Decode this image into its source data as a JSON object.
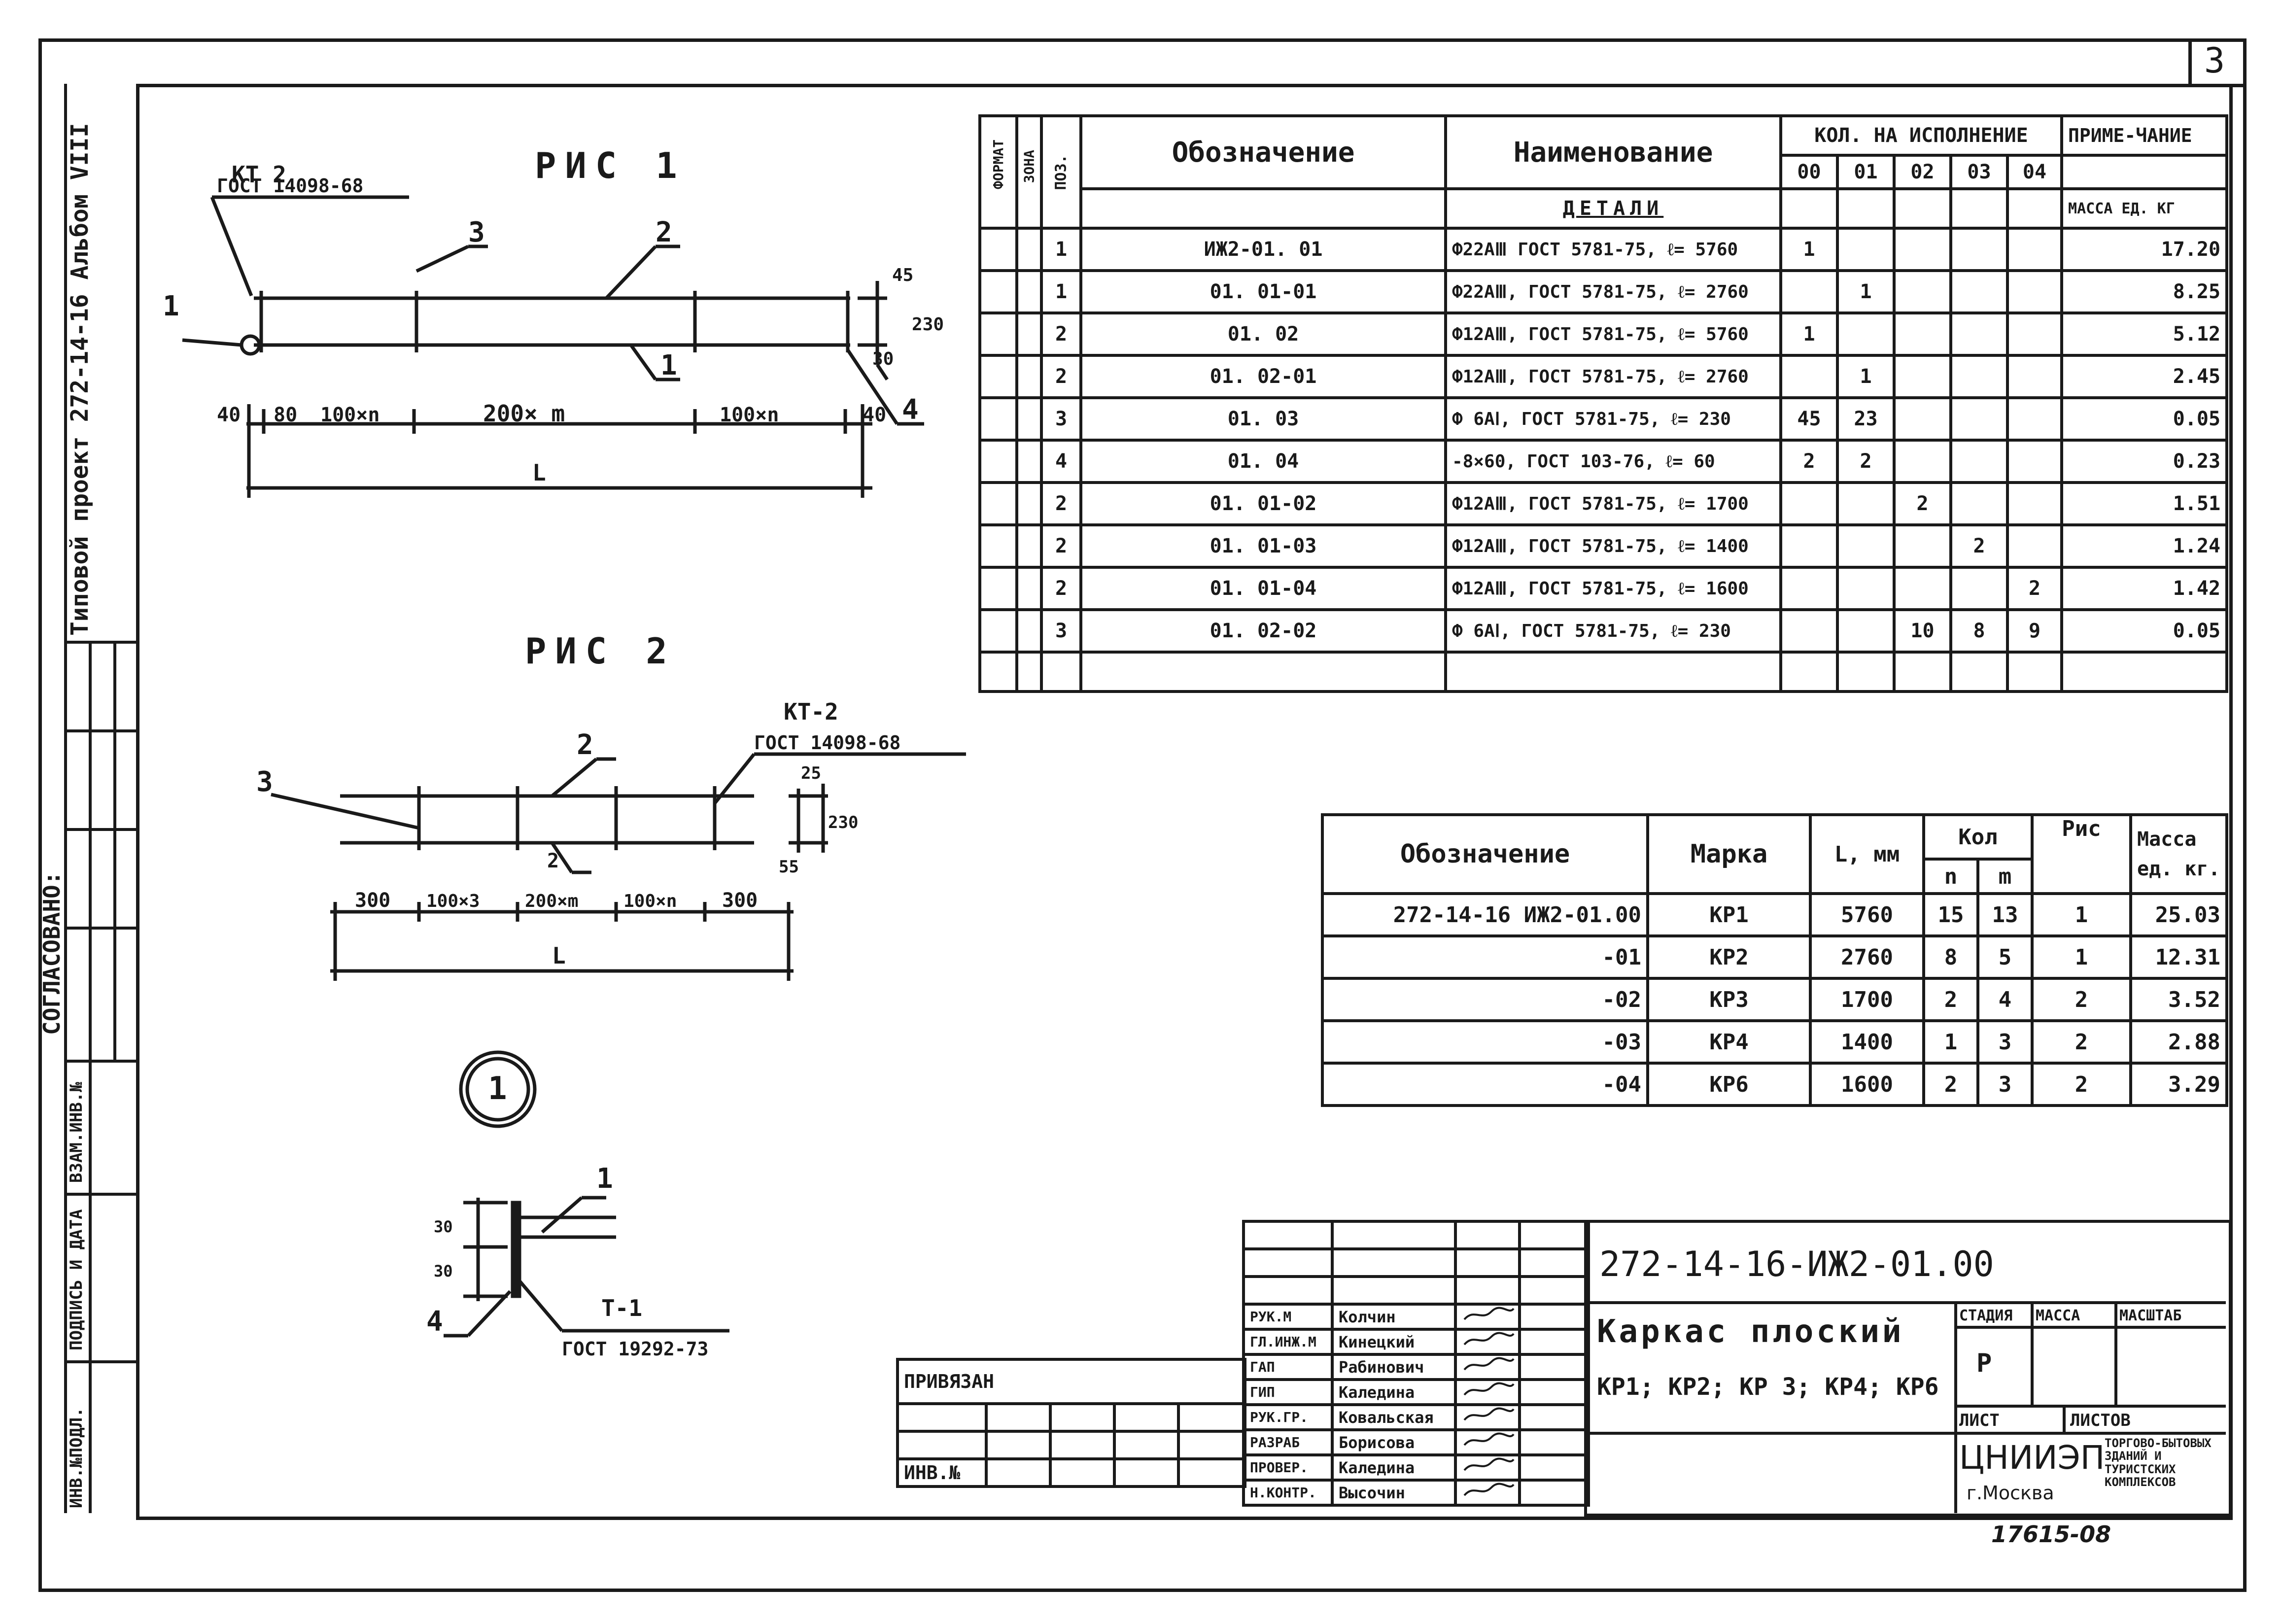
{
  "sheet": {
    "page_number": "3",
    "album_title": "Типовой проект 272-14-16 Альбом VIII",
    "approval_label": "СОГЛАСОВАНО:",
    "stamp_labels": [
      "ИНВ.№ПОДЛ.",
      "ПОДПИСЬ И ДАТА",
      "ВЗАМ.ИНВ.№"
    ]
  },
  "fig1": {
    "title": "РИС 1",
    "kt_label": "КТ 2",
    "kt_gost": "ГОСТ 14098-68",
    "callouts": [
      "1",
      "2",
      "3",
      "1",
      "4"
    ],
    "dims_right": [
      "45",
      "230",
      "30"
    ],
    "dims_bottom": [
      "40",
      "80",
      "100×n",
      "200× m",
      "100×n",
      "40"
    ],
    "length": "L"
  },
  "fig2": {
    "title": "РИС 2",
    "kt_label": "КТ-2",
    "kt_gost": "ГОСТ 14098-68",
    "callouts": [
      "3",
      "2",
      "2"
    ],
    "dims_right": [
      "25",
      "230",
      "55"
    ],
    "dims_bottom": [
      "300",
      "100×3",
      "200×m",
      "100×n",
      "300"
    ],
    "length": "L"
  },
  "detail": {
    "number": "1",
    "callouts": [
      "1",
      "4"
    ],
    "dims": [
      "30",
      "30"
    ],
    "weld_label": "Т-1",
    "weld_gost": "ГОСТ 19292-73"
  },
  "spec_table": {
    "headers": {
      "format": "ФОРМАТ",
      "zone": "ЗОНА",
      "pos": "ПОЗ.",
      "designation": "Обозначение",
      "name": "Наименование",
      "qty_group": "КОЛ. НА ИСПОЛНЕНИЕ",
      "qty_cols": [
        "00",
        "01",
        "02",
        "03",
        "04"
      ],
      "note": "ПРИМЕ-ЧАНИЕ",
      "mass_unit": "МАССА ЕД. КГ"
    },
    "section": "ДЕТАЛИ",
    "rows": [
      {
        "pos": "1",
        "designation": "ИЖ2-01. 01",
        "name": "Ф22АⅢ ГОСТ 5781-75, ℓ= 5760",
        "q00": "1",
        "q01": "",
        "q02": "",
        "q03": "",
        "q04": "",
        "note": "17.20"
      },
      {
        "pos": "1",
        "designation": "01. 01-01",
        "name": "Ф22АⅢ, ГОСТ 5781-75, ℓ= 2760",
        "q00": "",
        "q01": "1",
        "q02": "",
        "q03": "",
        "q04": "",
        "note": "8.25"
      },
      {
        "pos": "2",
        "designation": "01. 02",
        "name": "Ф12АⅢ, ГОСТ 5781-75, ℓ= 5760",
        "q00": "1",
        "q01": "",
        "q02": "",
        "q03": "",
        "q04": "",
        "note": "5.12"
      },
      {
        "pos": "2",
        "designation": "01. 02-01",
        "name": "Ф12АⅢ, ГОСТ 5781-75, ℓ= 2760",
        "q00": "",
        "q01": "1",
        "q02": "",
        "q03": "",
        "q04": "",
        "note": "2.45"
      },
      {
        "pos": "3",
        "designation": "01. 03",
        "name": "Ф 6АⅠ, ГОСТ 5781-75, ℓ= 230",
        "q00": "45",
        "q01": "23",
        "q02": "",
        "q03": "",
        "q04": "",
        "note": "0.05"
      },
      {
        "pos": "4",
        "designation": "01. 04",
        "name": "-8×60, ГОСТ 103-76, ℓ= 60",
        "q00": "2",
        "q01": "2",
        "q02": "",
        "q03": "",
        "q04": "",
        "note": "0.23"
      },
      {
        "pos": "2",
        "designation": "01. 01-02",
        "name": "Ф12АⅢ, ГОСТ 5781-75, ℓ= 1700",
        "q00": "",
        "q01": "",
        "q02": "2",
        "q03": "",
        "q04": "",
        "note": "1.51"
      },
      {
        "pos": "2",
        "designation": "01. 01-03",
        "name": "Ф12АⅢ, ГОСТ 5781-75, ℓ= 1400",
        "q00": "",
        "q01": "",
        "q02": "",
        "q03": "2",
        "q04": "",
        "note": "1.24"
      },
      {
        "pos": "2",
        "designation": "01. 01-04",
        "name": "Ф12АⅢ, ГОСТ 5781-75, ℓ= 1600",
        "q00": "",
        "q01": "",
        "q02": "",
        "q03": "",
        "q04": "2",
        "note": "1.42"
      },
      {
        "pos": "3",
        "designation": "01. 02-02",
        "name": "Ф 6АⅠ, ГОСТ 5781-75, ℓ= 230",
        "q00": "",
        "q01": "",
        "q02": "10",
        "q03": "8",
        "q04": "9",
        "note": "0.05"
      }
    ]
  },
  "mark_table": {
    "headers": {
      "designation": "Обозначение",
      "mark": "Марка",
      "length": "L, мм",
      "qty": "Кол",
      "n": "n",
      "m": "m",
      "fig": "Рис",
      "mass": "Масса ед. кг."
    },
    "rows": [
      {
        "designation": "272-14-16 ИЖ2-01.00",
        "mark": "КР1",
        "length": "5760",
        "n": "15",
        "m": "13",
        "fig": "1",
        "mass": "25.03"
      },
      {
        "designation": "-01",
        "mark": "КР2",
        "length": "2760",
        "n": "8",
        "m": "5",
        "fig": "1",
        "mass": "12.31"
      },
      {
        "designation": "-02",
        "mark": "КР3",
        "length": "1700",
        "n": "2",
        "m": "4",
        "fig": "2",
        "mass": "3.52"
      },
      {
        "designation": "-03",
        "mark": "КР4",
        "length": "1400",
        "n": "1",
        "m": "3",
        "fig": "2",
        "mass": "2.88"
      },
      {
        "designation": "-04",
        "mark": "КР6",
        "length": "1600",
        "n": "2",
        "m": "3",
        "fig": "2",
        "mass": "3.29"
      }
    ]
  },
  "title_block": {
    "code": "272-14-16-ИЖ2-01.00",
    "title_line1": "Каркас плоский",
    "title_line2": "КР1; КР2; КР 3; КР4; КР6",
    "stage_label": "СТАДИЯ",
    "mass_label": "МАССА",
    "scale_label": "МАСШТАБ",
    "stage_value": "Р",
    "sheet_label": "ЛИСТ",
    "sheets_label": "ЛИСТОВ",
    "org": "ЦНИИЭП",
    "city": "г.Москва",
    "org_desc": "торгово-бытовых зданий и туристских комплексов",
    "bound_label": "ПРИВЯЗАН",
    "inv_label": "ИНВ.№",
    "roles": [
      {
        "role": "РУК.М",
        "name": "Колчин"
      },
      {
        "role": "ГЛ.ИНЖ.М",
        "name": "Кинецкий"
      },
      {
        "role": "ГАП",
        "name": "Рабинович"
      },
      {
        "role": "ГИП",
        "name": "Каледина"
      },
      {
        "role": "РУК.ГР.",
        "name": "Ковальская"
      },
      {
        "role": "РАЗРАБ",
        "name": "Борисова"
      },
      {
        "role": "ПРОВЕР.",
        "name": "Каледина"
      },
      {
        "role": "Н.КОНТР.",
        "name": "Высочин"
      }
    ],
    "archive_number": "17615-08"
  }
}
